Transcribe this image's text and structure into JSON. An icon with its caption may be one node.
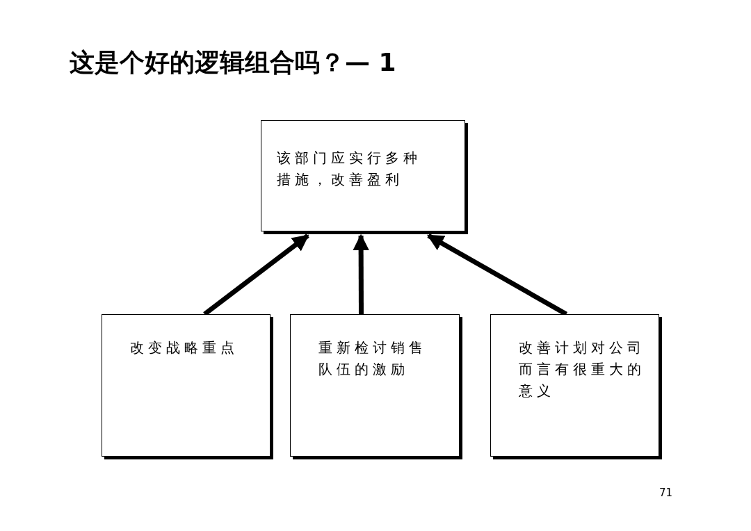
{
  "diagram": {
    "title": "这是个好的逻辑组合吗？— 1",
    "nodes": [
      {
        "text": [
          "该部门应实行多种措施，改善盈利"
        ]
      },
      {
        "text": [
          "改变战略重点"
        ]
      },
      {
        "text": [
          "重新检讨销售队伍的激励"
        ]
      },
      {
        "text": [
          "改善计划对公司而言有很重大的意义"
        ]
      }
    ],
    "edges": [
      {
        "from": 1,
        "to": 0,
        "arrow": "to"
      },
      {
        "from": 2,
        "to": 0,
        "arrow": "to"
      },
      {
        "from": 3,
        "to": 0,
        "arrow": "to"
      }
    ],
    "labels": [
      "71"
    ]
  }
}
